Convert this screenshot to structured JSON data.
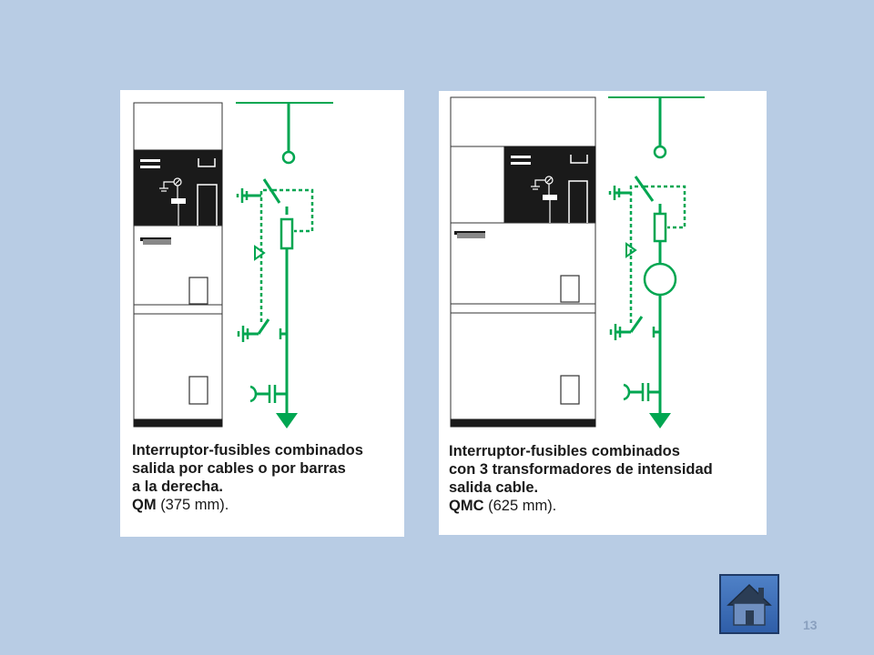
{
  "panels": [
    {
      "id": "qm",
      "caption_lines": [
        "Interruptor-fusibles combinados",
        "salida por cables o por barras",
        "a la derecha."
      ],
      "code": "QM",
      "dimension": "(375 mm)."
    },
    {
      "id": "qmc",
      "caption_lines": [
        "Interruptor-fusibles combinados",
        "con 3 transformadores de intensidad",
        "salida cable."
      ],
      "code": "QMC",
      "dimension": "(625 mm)."
    }
  ],
  "slide": {
    "number": "13"
  },
  "icons": {
    "home": "home-icon"
  },
  "colors": {
    "background": "#b8cce4",
    "schematic_green": "#00a651",
    "cabinet_black": "#1a1a1a",
    "home_button": "#3a6bb5"
  }
}
